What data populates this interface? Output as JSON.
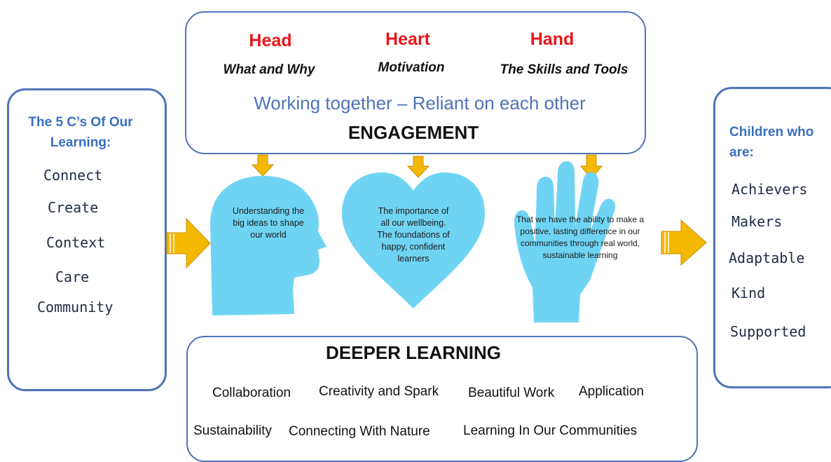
{
  "engagement": {
    "columns": [
      {
        "heading": "Head",
        "subheading": "What and Why"
      },
      {
        "heading": "Heart",
        "subheading": "Motivation"
      },
      {
        "heading": "Hand",
        "subheading": "The Skills and Tools"
      }
    ],
    "tagline": "Working together – Reliant on each other",
    "title": "ENGAGEMENT"
  },
  "left_panel": {
    "title_line1": "The 5 C’s Of Our",
    "title_line2": "Learning:",
    "items": [
      "Connect",
      "Create",
      "Context",
      "Care",
      "Community"
    ]
  },
  "right_panel": {
    "title_line1": "Children who",
    "title_line2": "are:",
    "items": [
      "Achievers",
      "Makers",
      "Adaptable",
      "Kind",
      "Supported"
    ]
  },
  "shapes": {
    "head": {
      "lines": [
        "Understanding the",
        "big ideas to shape",
        "our world"
      ]
    },
    "heart": {
      "lines": [
        "The importance  of",
        "all our wellbeing.",
        "The foundations of",
        "happy, confident",
        "learners"
      ]
    },
    "hand": {
      "lines": [
        "That we have the ability to make a",
        "positive, lasting difference in our",
        "communities through real world,",
        "sustainable learning"
      ]
    }
  },
  "deeper": {
    "title": "DEEPER LEARNING",
    "row1": [
      "Collaboration",
      "Creativity and Spark",
      "Beautiful Work",
      "Application"
    ],
    "row2": [
      "Sustainability",
      "Connecting With Nature",
      "Learning In Our Communities"
    ]
  },
  "colors": {
    "border": "#4f73b9",
    "shape": "#6fd4f4",
    "arrow": "#f5b800",
    "heading_red": "#e8161b",
    "accent_blue": "#3a6fc0"
  }
}
